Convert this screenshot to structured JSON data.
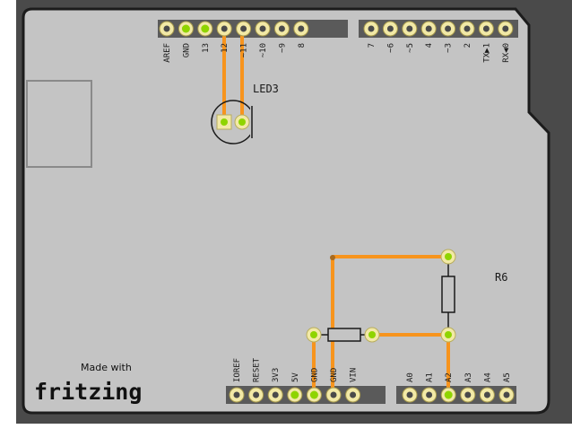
{
  "labels": {
    "led": "LED3",
    "resistor": "R6",
    "brand_small": "Made with",
    "brand_big": "fritzing"
  },
  "top_header": {
    "pins": [
      "AREF",
      "GND",
      "13",
      "12",
      "~11",
      "~10",
      "~9",
      "8",
      "7",
      "~6",
      "~5",
      "4",
      "~3",
      "2",
      "TX▶1",
      "RX◀0"
    ]
  },
  "bottom_header": {
    "pins": [
      "IOREF",
      "RESET",
      "3V3",
      "5V",
      "GND",
      "GND",
      "VIN",
      "A0",
      "A1",
      "A2",
      "A3",
      "A4",
      "A5"
    ]
  },
  "colors": {
    "board": "#c4c4c4",
    "trace": "#f7941d",
    "pad_green": "#8fd400",
    "pad_ring": "#f2e9a6"
  }
}
